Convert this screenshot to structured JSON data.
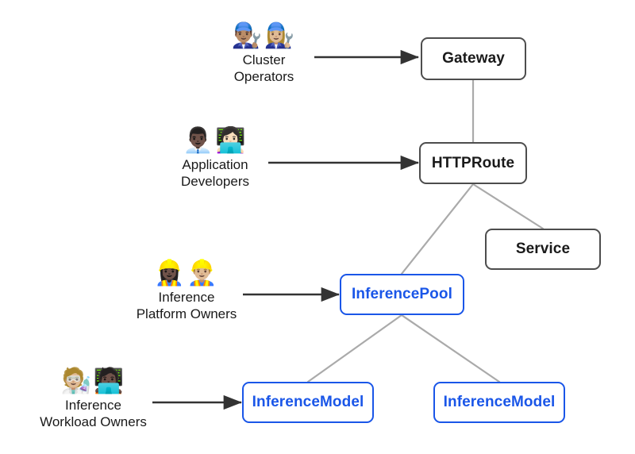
{
  "diagram": {
    "title": "Gateway API Inference Extension personas and resources",
    "background_color": "#ffffff",
    "accent_color": "#1a56e8",
    "standard_border_color": "#4d4d4d",
    "edge_color": "#aaaaaa",
    "arrow_color": "#333333"
  },
  "personas": [
    {
      "id": "cluster-operators",
      "name": "Cluster\nOperators",
      "emoji": "👨🏽‍🔧👩🏼‍🔧",
      "emoji_names": [
        "man-mechanic-icon",
        "woman-mechanic-icon"
      ],
      "targets": "Gateway"
    },
    {
      "id": "application-developers",
      "name": "Application\nDevelopers",
      "emoji": "👨🏿‍💼👩🏻‍💻",
      "emoji_names": [
        "man-office-worker-icon",
        "woman-technologist-icon"
      ],
      "targets": "HTTPRoute"
    },
    {
      "id": "inference-platform-owners",
      "name": "Inference\nPlatform Owners",
      "emoji": "👷🏿‍♀️👷🏼‍♂️",
      "emoji_names": [
        "woman-construction-worker-icon",
        "man-construction-worker-icon"
      ],
      "targets": "InferencePool"
    },
    {
      "id": "inference-workload-owners",
      "name": "Inference\nWorkload Owners",
      "emoji": "🧑🏼‍🔬🧑🏿‍💻",
      "emoji_names": [
        "scientist-icon",
        "technologist-icon"
      ],
      "targets": "InferenceModel"
    }
  ],
  "nodes": [
    {
      "id": "gateway",
      "label": "Gateway",
      "style": "standard"
    },
    {
      "id": "httproute",
      "label": "HTTPRoute",
      "style": "standard"
    },
    {
      "id": "service",
      "label": "Service",
      "style": "standard"
    },
    {
      "id": "inferencepool",
      "label": "InferencePool",
      "style": "accent"
    },
    {
      "id": "inferencemodel-1",
      "label": "InferenceModel",
      "style": "accent"
    },
    {
      "id": "inferencemodel-2",
      "label": "InferenceModel",
      "style": "accent"
    }
  ],
  "edges": [
    {
      "from": "gateway",
      "to": "httproute",
      "kind": "link"
    },
    {
      "from": "httproute",
      "to": "inferencepool",
      "kind": "link"
    },
    {
      "from": "httproute",
      "to": "service",
      "kind": "link"
    },
    {
      "from": "inferencepool",
      "to": "inferencemodel-1",
      "kind": "link"
    },
    {
      "from": "inferencepool",
      "to": "inferencemodel-2",
      "kind": "link"
    },
    {
      "from": "cluster-operators",
      "to": "gateway",
      "kind": "arrow"
    },
    {
      "from": "application-developers",
      "to": "httproute",
      "kind": "arrow"
    },
    {
      "from": "inference-platform-owners",
      "to": "inferencepool",
      "kind": "arrow"
    },
    {
      "from": "inference-workload-owners",
      "to": "inferencemodel-1",
      "kind": "arrow"
    }
  ]
}
